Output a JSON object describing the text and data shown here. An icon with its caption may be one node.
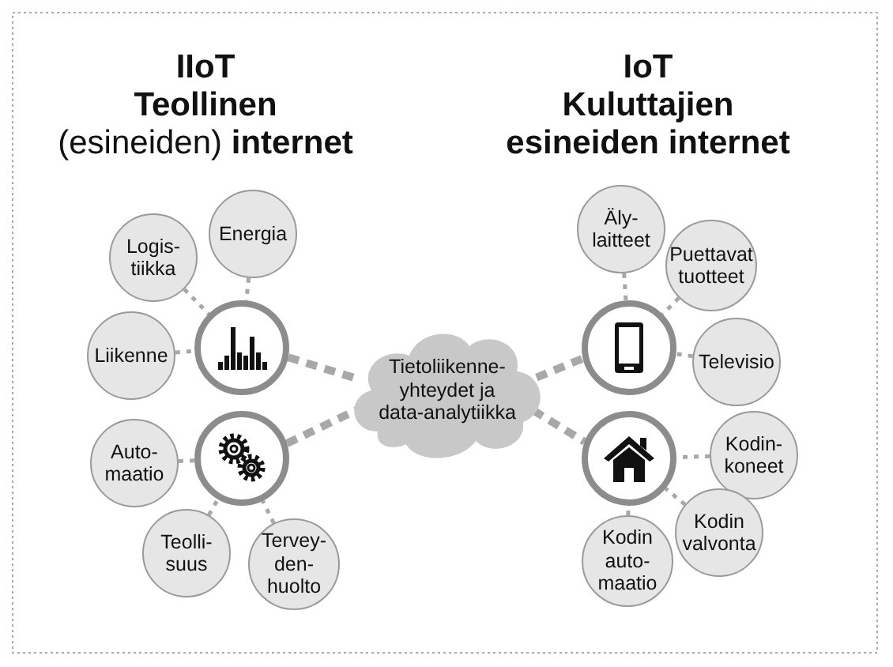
{
  "diagram": {
    "nodes": [
      {
        "text": [
          "Energia"
        ]
      },
      {
        "text": [
          "Logis- tiikka"
        ]
      },
      {
        "text": [],
        "shape": "circle"
      },
      {
        "text": [
          "Liikenne"
        ]
      },
      {
        "text": [],
        "shape": "circle"
      },
      {
        "text": [
          "Auto- maatio"
        ]
      },
      {
        "text": [
          "Teolli- suus"
        ]
      },
      {
        "text": [
          "Tervey- den- huolto"
        ]
      },
      {
        "text": [
          "Tietoliikenne- yhteydet ja data-analytiikka"
        ]
      },
      {
        "text": [
          "Äly- laitteet"
        ]
      },
      {
        "text": [
          "Puettavat tuotteet"
        ]
      },
      {
        "text": [],
        "shape": "circle"
      },
      {
        "text": [
          "Televisio"
        ]
      },
      {
        "text": [],
        "shape": "circle"
      },
      {
        "text": [
          "Kodin- koneet"
        ]
      },
      {
        "text": [
          "Kodin valvonta"
        ]
      },
      {
        "text": [
          "Kodin auto- maatio"
        ]
      }
    ],
    "edges": [
      {
        "from": 0,
        "to": 2,
        "arrow": "none",
        "style": "dashed"
      },
      {
        "from": 1,
        "to": 2,
        "arrow": "none",
        "style": "dashed"
      },
      {
        "from": 3,
        "to": 2,
        "arrow": "none",
        "style": "dashed"
      },
      {
        "from": 2,
        "to": 8,
        "arrow": "none",
        "style": "dashed"
      },
      {
        "from": 5,
        "to": 4,
        "arrow": "none",
        "style": "dashed"
      },
      {
        "from": 6,
        "to": 4,
        "arrow": "none",
        "style": "dashed"
      },
      {
        "from": 7,
        "to": 4,
        "arrow": "none",
        "style": "dashed"
      },
      {
        "from": 4,
        "to": 8,
        "arrow": "none",
        "style": "dashed"
      },
      {
        "from": 8,
        "to": 11,
        "arrow": "none",
        "style": "dashed"
      },
      {
        "from": 8,
        "to": 13,
        "arrow": "none",
        "style": "dashed"
      },
      {
        "from": 9,
        "to": 11,
        "arrow": "none",
        "style": "dashed"
      },
      {
        "from": 10,
        "to": 11,
        "arrow": "none",
        "style": "dashed"
      },
      {
        "from": 12,
        "to": 11,
        "arrow": "none",
        "style": "dashed"
      },
      {
        "from": 14,
        "to": 13,
        "arrow": "none",
        "style": "dashed"
      },
      {
        "from": 15,
        "to": 13,
        "arrow": "none",
        "style": "dashed"
      },
      {
        "from": 16,
        "to": 13,
        "arrow": "none",
        "style": "dashed"
      }
    ],
    "labels": [
      "IIoT",
      "Teollinen",
      "(esineiden) **internet**",
      "IoT",
      "Kuluttajien",
      "esineiden internet"
    ]
  }
}
